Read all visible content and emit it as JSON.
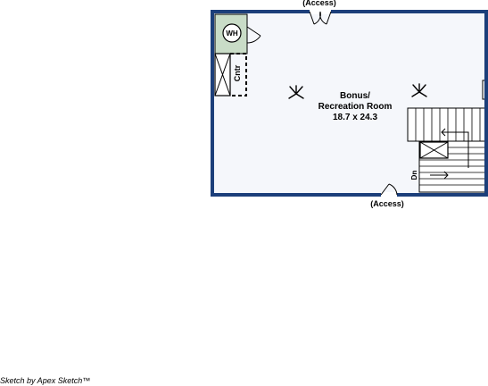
{
  "plan": {
    "room_name": "Bonus/",
    "room_name_line2": "Recreation Room",
    "room_dims": "18.7 x 24.3",
    "access_top": "(Access)",
    "access_bottom": "(Access)",
    "water_heater": "WH",
    "closet": "Cntr",
    "stairs_down": "Dn"
  },
  "credit": "Sketch by Apex Sketch™",
  "colors": {
    "wall": "#1c3f7a",
    "room_fill": "#f5f7fb",
    "water_heater_fill": "#c9dcc7"
  }
}
